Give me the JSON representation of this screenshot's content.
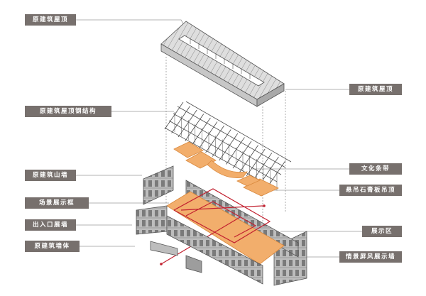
{
  "labels": {
    "left": {
      "roof": "原建筑屋顶",
      "steel": "原建筑屋顶钢结构",
      "gable": "原建筑山墙",
      "frame": "场景展示框",
      "entrance": "出入口展墙",
      "body": "原建筑墙体"
    },
    "right": {
      "roof": "原建筑屋顶",
      "strip": "文化条带",
      "ceiling": "悬吊石膏板吊顶",
      "exhibit": "展示区",
      "screen": "情景屏风展示墙"
    }
  },
  "colors": {
    "tag_bg": "#77706d",
    "tag_text": "#ffffff",
    "leader": "#9a9a9a",
    "orange_fill": "#f2ae6c",
    "orange_stroke": "#d9893e",
    "red_path": "#c2202f",
    "structure": "#4a4a4a"
  }
}
